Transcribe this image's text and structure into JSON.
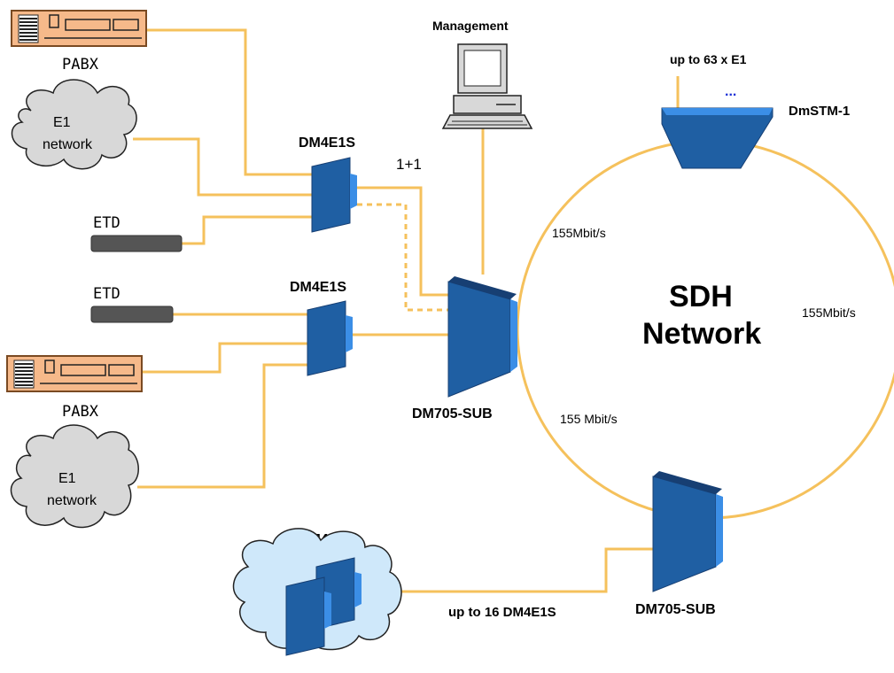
{
  "colors": {
    "line": "#f5c15c",
    "equipment": "#1f5fa3",
    "equipment_dark": "#173f73",
    "equipment_face": "#3b8ee6",
    "pabx": "#f6b98a",
    "cloud_gray": "#d8d8d8",
    "cloud_blue": "#cfe8fa",
    "etd": "#555555",
    "dots": "#1b2fd6"
  },
  "labels": {
    "pabx_top": "PABX",
    "e1_top_line1": "E1",
    "e1_top_line2": "network",
    "etd_top": "ETD",
    "dm4e1s_top": "DM4E1S",
    "one_plus_one": "1+1",
    "management": "Management",
    "up_to_63": "up to 63 x E1",
    "ellipsis": "...",
    "dmstm1": "DmSTM-1",
    "rate_left": "155Mbit/s",
    "rate_right": "155Mbit/s",
    "rate_bottom": "155 Mbit/s",
    "sdh_line1": "SDH",
    "sdh_line2": "Network",
    "etd_mid": "ETD",
    "dm4e1s_mid": "DM4E1S",
    "pabx_bottom": "PABX",
    "e1_bottom_line1": "E1",
    "e1_bottom_line2": "network",
    "dm705_left": "DM705-SUB",
    "dm4e1s_bottom": "DM4E1S",
    "up_to_16": "up to 16 DM4E1S",
    "dm705_bottom": "DM705-SUB"
  }
}
